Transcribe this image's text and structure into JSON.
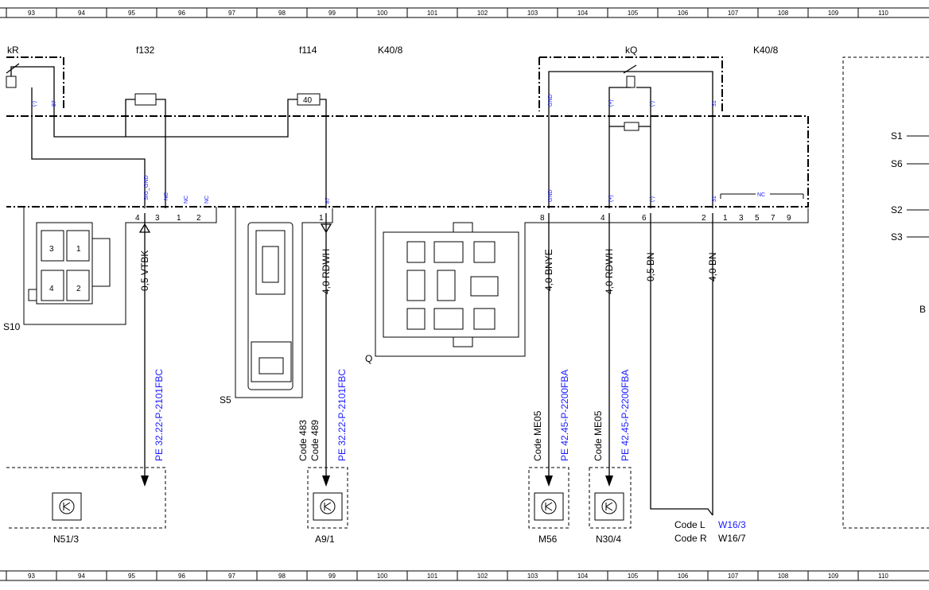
{
  "grid_columns": [
    "93",
    "94",
    "95",
    "96",
    "97",
    "98",
    "99",
    "100",
    "101",
    "102",
    "103",
    "104",
    "105",
    "106",
    "107",
    "108",
    "109",
    "110"
  ],
  "components": {
    "kR": "kR",
    "f132": "f132",
    "f114": "f114",
    "k40_left": "K40/8",
    "kQ": "kQ",
    "k40_right": "K40/8",
    "fuse_value": "40",
    "S10": "S10",
    "S5": "S5",
    "Q": "Q"
  },
  "pins": {
    "kR_minus": "(-)",
    "kR_87": "87",
    "kQ_gnd": "GND",
    "kQ_plus": "(+)",
    "kQ_minus": "(-)",
    "kQ_31": "31",
    "sig_gnd": "SIG_GND",
    "nc1": "NC",
    "nc2": "NC",
    "nc3": "NC",
    "p87": "87",
    "gnd2": "GND",
    "plus2": "(+)",
    "minus2": "(-)",
    "p31": "31",
    "nc_bracket": "NC"
  },
  "connector_numbers": {
    "left": [
      "4",
      "3",
      "1",
      "2"
    ],
    "mid": "1",
    "right": [
      "8",
      "4",
      "6",
      "2",
      "1",
      "3",
      "5",
      "7",
      "9"
    ]
  },
  "wires": {
    "w1": "0,5 VTBK",
    "w2": "4,0 RDWH",
    "w3": "4,0 BNYE",
    "w4": "4,0 RDWH",
    "w5": "0,5 BN",
    "w6": "4,0 BN"
  },
  "refs": {
    "r1": "PE 32.22-P-2101FBC",
    "r2": "PE 32.22-P-2101FBC",
    "r3": "PE 42.45-P-2200FBA",
    "r4": "PE 42.45-P-2200FBA"
  },
  "codes": {
    "c483": "Code 483",
    "c489": "Code 489",
    "me05a": "Code ME05",
    "me05b": "Code ME05",
    "codeL": "Code L",
    "codeR": "Code R",
    "w163": "W16/3",
    "w167": "W16/7"
  },
  "bottom_components": {
    "n513": "N51/3",
    "a91": "A9/1",
    "m56": "M56",
    "n304": "N30/4"
  },
  "right_panel": {
    "s1": "S1",
    "s6": "S6",
    "s2": "S2",
    "s3": "S3",
    "b": "B"
  },
  "colors": {
    "line": "#000000",
    "reference_blue": "#1a1aff"
  }
}
